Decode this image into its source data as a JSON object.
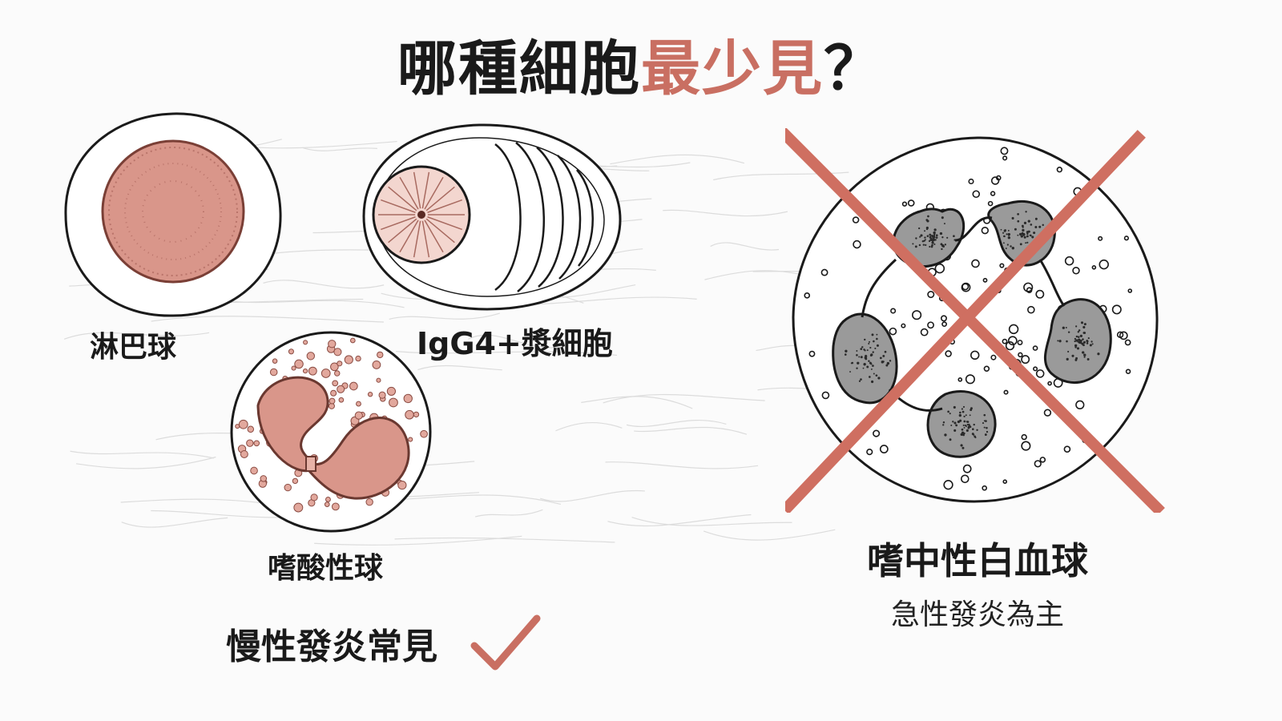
{
  "title": {
    "main": "哪種細胞",
    "highlight": "最少見",
    "mark": "？"
  },
  "cells": {
    "lymphocyte": {
      "label": "淋巴球"
    },
    "plasma": {
      "label": "IgG4+漿細胞"
    },
    "eosinophil": {
      "label": "嗜酸性球"
    },
    "neutrophil": {
      "label": "嗜中性白血球",
      "note": "急性發炎為主"
    }
  },
  "chronic_note": "慢性發炎常見",
  "colors": {
    "accent": "#c96f62",
    "nucleus": "#d9968a",
    "ink": "#1a1a1a"
  },
  "icons": {
    "check": "check-icon",
    "cross": "cross-out-icon"
  }
}
